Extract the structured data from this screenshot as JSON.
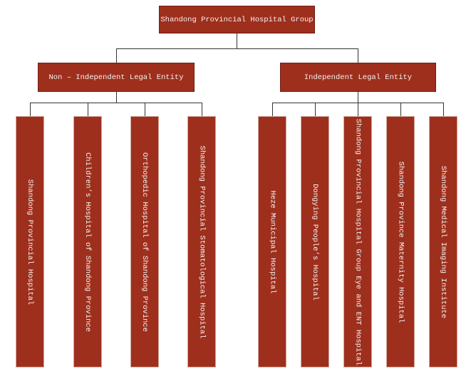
{
  "tree": {
    "root": {
      "label": "Shandong Provincial Hospital Group"
    },
    "branches": [
      {
        "label": "Non – Independent Legal Entity",
        "children": [
          {
            "label": "Shandong Provincial Hospital"
          },
          {
            "label": "Children’s Hospital of Shandong Province"
          },
          {
            "label": "Orthopedic Hospital of Shandong Province"
          },
          {
            "label": "Shandong Provincial Stomatological Hospital"
          }
        ]
      },
      {
        "label": "Independent Legal Entity",
        "children": [
          {
            "label": "Heze Municipal Hospital"
          },
          {
            "label": "Dongying People’s Hospital"
          },
          {
            "label": "Shandong Provincial Hospital Group Eye and ENT Hospital"
          },
          {
            "label": "Shandong Province Maternity Hospital"
          },
          {
            "label": "Shandong Medical Imaging Institute"
          }
        ]
      }
    ]
  },
  "colors": {
    "box_fill": "#9e2f1d",
    "box_border_dark": "#6e1f12",
    "box_border_light": "#d2a89c",
    "text": "#f7f2ef",
    "connector": "#333333",
    "background": "#ffffff"
  }
}
